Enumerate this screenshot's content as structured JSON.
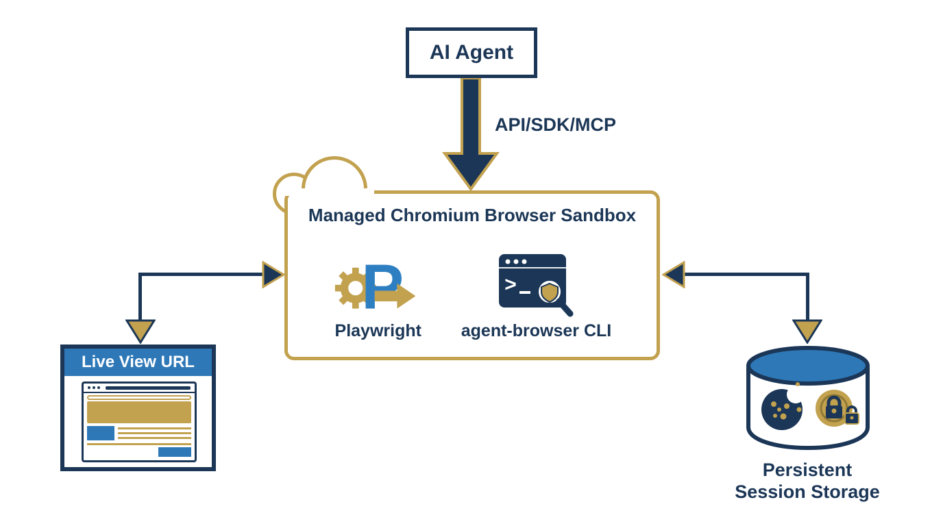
{
  "colors": {
    "navy": "#1b3656",
    "gold": "#c2a14f",
    "blue": "#2e78b8",
    "background": "#ffffff"
  },
  "nodes": {
    "ai_agent": {
      "label": "AI Agent"
    },
    "connector_api": {
      "label": "API/SDK/MCP"
    },
    "sandbox": {
      "title": "Managed Chromium Browser Sandbox",
      "tools": [
        {
          "id": "playwright",
          "label": "Playwright",
          "icon": "playwright-logo-icon"
        },
        {
          "id": "agent_browser_cli",
          "label": "agent-browser CLI",
          "icon": "terminal-cli-icon"
        }
      ]
    },
    "live_view": {
      "title": "Live View URL",
      "icon": "browser-preview-icon"
    },
    "session_storage": {
      "label_line1": "Persistent",
      "label_line2": "Session Storage",
      "icon": "database-cookies-icon"
    }
  },
  "icons": {
    "arrow-down-icon": "thick downward arrow, navy with gold outline",
    "playwright-logo-icon": "gold gear behind blue letter P with gold right arrow",
    "terminal-cli-icon": "navy terminal window with prompt and shield magnifier",
    "browser-preview-icon": "wireframe browser page with gold blocks and blue thumbnails",
    "cloud-bump-icon": "gold cloud outline on sandbox border",
    "database-cookies-icon": "database cylinder containing cookie and padlock coin"
  }
}
